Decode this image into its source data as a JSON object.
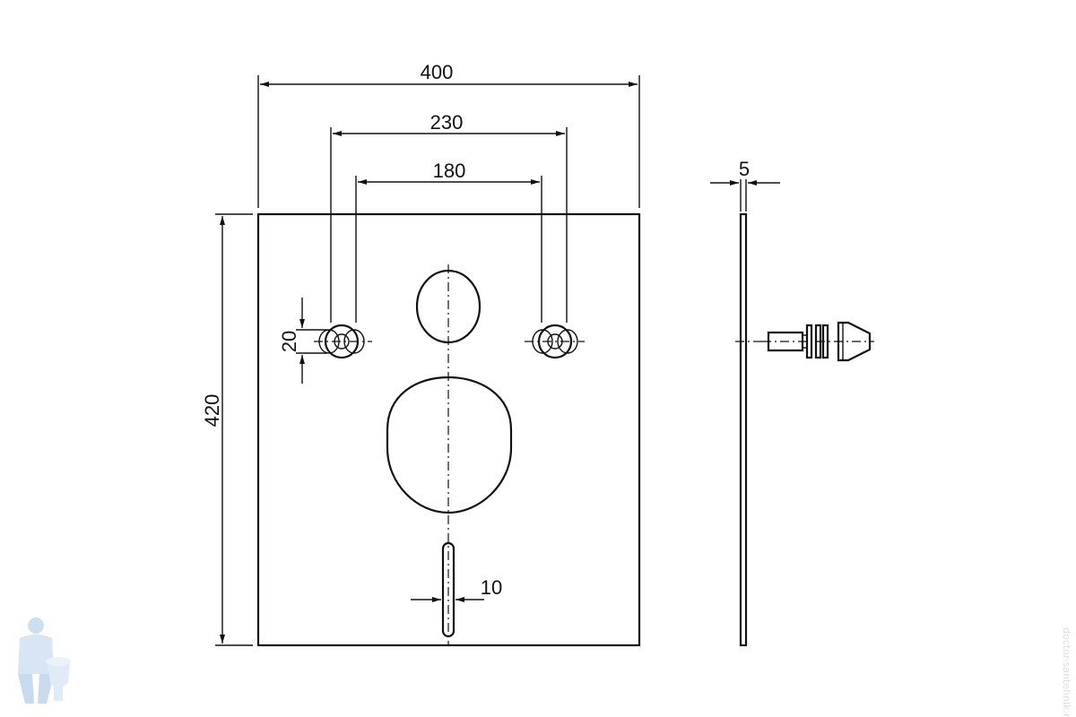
{
  "dimensions": {
    "overall_width": "400",
    "mount_outer": "230",
    "mount_inner": "180",
    "hole_height": "20",
    "overall_height": "420",
    "slot_width": "10",
    "thickness": "5"
  },
  "watermark": {
    "site_text": "doctor-santehnik.ru",
    "icon": "plumber-mascot-icon"
  },
  "colors": {
    "line": "#111111",
    "watermark": "#cfe0f2"
  }
}
